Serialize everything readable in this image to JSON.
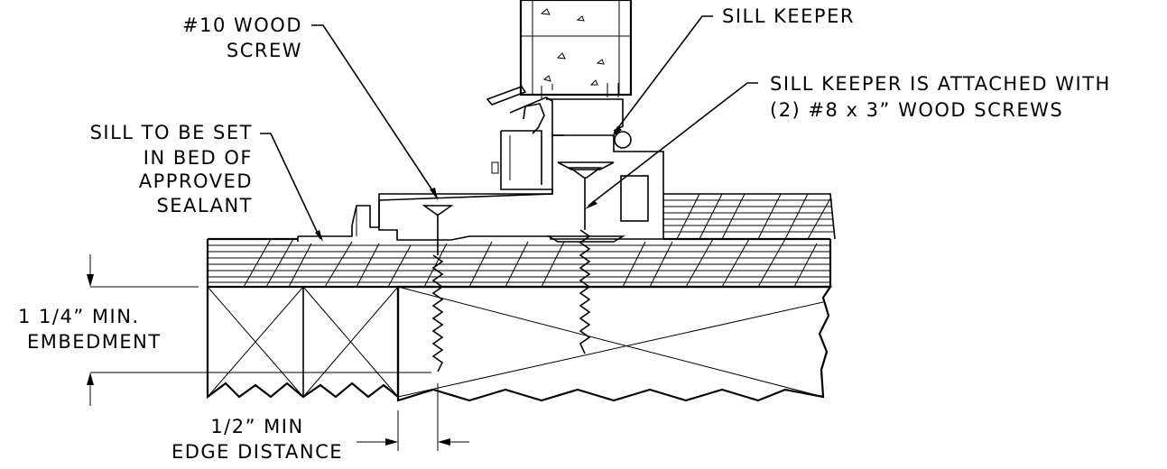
{
  "labels": {
    "screw10_l1": "#10 WOOD",
    "screw10_l2": "SCREW",
    "sill_keeper": "SILL KEEPER",
    "keeper_note_l1": "SILL KEEPER IS ATTACHED WITH",
    "keeper_note_l2": "(2) #8 x 3” WOOD SCREWS",
    "sill_l1": "SILL TO BE SET",
    "sill_l2": "IN BED OF",
    "sill_l3": "APPROVED",
    "sill_l4": "SEALANT",
    "embed_l1": "1 1/4” MIN.",
    "embed_l2": "EMBEDMENT",
    "edge_l1": "1/2” MIN",
    "edge_l2": "EDGE DISTANCE"
  }
}
